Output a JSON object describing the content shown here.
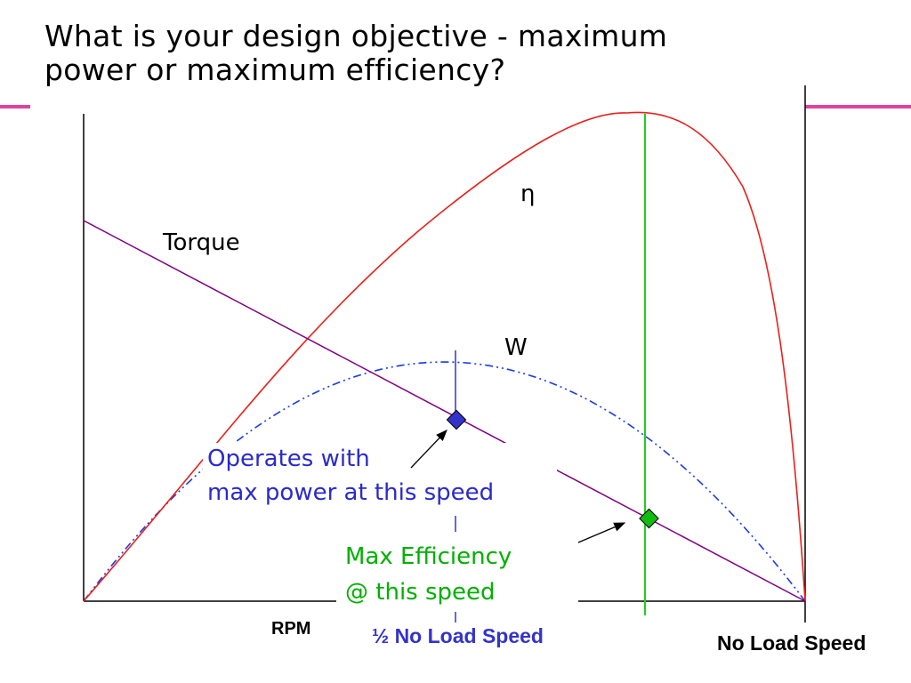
{
  "slide": {
    "title_line1": "What is your design objective - maximum",
    "title_line2": "power or maximum efficiency?"
  },
  "diagram": {
    "labels": {
      "torque": "Torque",
      "efficiency": "η",
      "power": "W",
      "rpm": "RPM",
      "half_no_load": "½ No Load Speed",
      "no_load": "No Load Speed"
    },
    "callouts": {
      "max_power_line1": "Operates with",
      "max_power_line2": "max power at this speed",
      "max_eff_line1": "Max Efficiency",
      "max_eff_line2": "@ this speed"
    },
    "colors": {
      "title_rule": "#e040a0",
      "torque_line": "#800080",
      "efficiency_curve": "#e8201a",
      "power_curve": "#1a3ae8",
      "max_eff_line": "#22cc22",
      "max_power_marker": "#3333cc",
      "max_eff_marker": "#11bb11",
      "callout_blue_text": "#2a2acc",
      "callout_green_text": "#00b000",
      "axis": "#000000"
    },
    "marker_icons": [
      "diamond-icon",
      "diamond-icon"
    ]
  }
}
